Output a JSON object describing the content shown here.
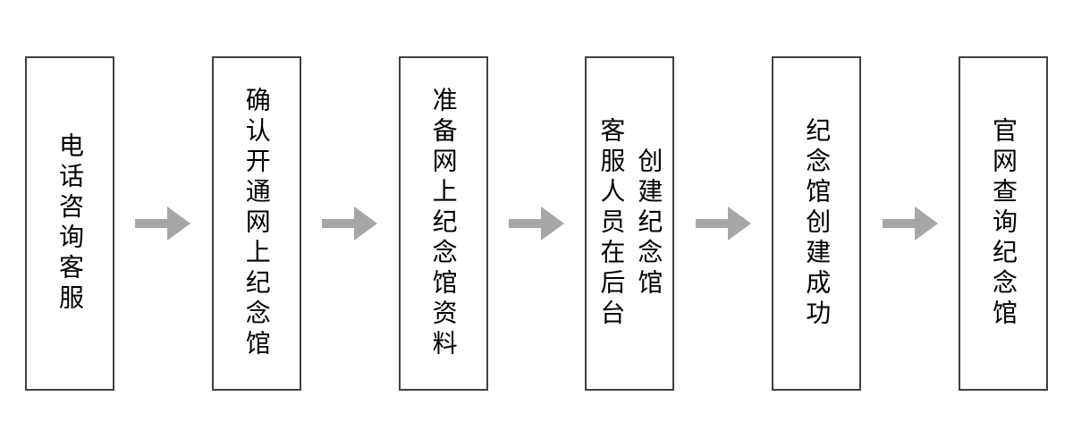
{
  "flowchart": {
    "steps": [
      {
        "label": "电话咨询客服"
      },
      {
        "label": "确认开通网上纪念馆"
      },
      {
        "label": "准备网上纪念馆资料"
      },
      {
        "label": "客服人员在后台",
        "label_col2": "创建纪念馆"
      },
      {
        "label": "纪念馆创建成功"
      },
      {
        "label": "官网查询纪念馆"
      }
    ],
    "connector_icon": "right-arrow-icon",
    "colors": {
      "background": "#ffffff",
      "fill": "#ffffff",
      "border": "#404040",
      "text": "#000000",
      "arrow": "#a6a6a6"
    }
  }
}
